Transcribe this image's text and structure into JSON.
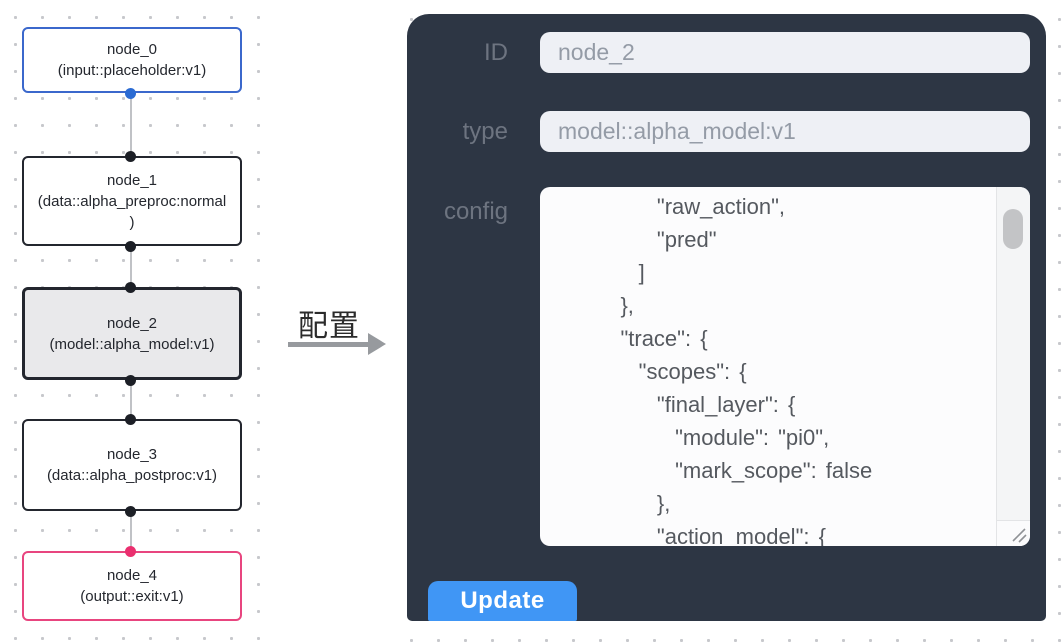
{
  "canvas": {
    "nodes": [
      {
        "title": "node_0",
        "subtitle": "(input::placeholder:v1)",
        "kind": "input",
        "selected": false
      },
      {
        "title": "node_1",
        "subtitle": "(data::alpha_preproc:normal)",
        "kind": "data",
        "selected": false
      },
      {
        "title": "node_2",
        "subtitle": "(model::alpha_model:v1)",
        "kind": "model",
        "selected": true
      },
      {
        "title": "node_3",
        "subtitle": "(data::alpha_postproc:v1)",
        "kind": "data",
        "selected": false
      },
      {
        "title": "node_4",
        "subtitle": "(output::exit:v1)",
        "kind": "output",
        "selected": false
      }
    ],
    "colors": {
      "input_node_border": "#3b68cc",
      "default_node_border": "#23262e",
      "output_node_border": "#e8457f",
      "selected_node_bg": "#e9e9eb",
      "port_blue": "#2b6bd3",
      "port_dark": "#1c1f26",
      "port_pink": "#ea2f6f",
      "edge": "#c0c2c6"
    }
  },
  "annotation": {
    "label": "配置",
    "arrow_color": "#979a9e"
  },
  "panel": {
    "bg_color": "#2d3644",
    "accent_color": "#4096f5",
    "id_field": {
      "label": "ID",
      "value": "node_2"
    },
    "type_field": {
      "label": "type",
      "value": "model::alpha_model:v1"
    },
    "config_field": {
      "label": "config",
      "text": "        \"raw_action\",\n        \"pred\"\n      ]\n    },\n    \"trace\": {\n      \"scopes\": {\n        \"final_layer\": {\n          \"module\": \"pi0\",\n          \"mark_scope\": false\n        },\n        \"action_model\": {"
    },
    "update_label": "Update"
  }
}
